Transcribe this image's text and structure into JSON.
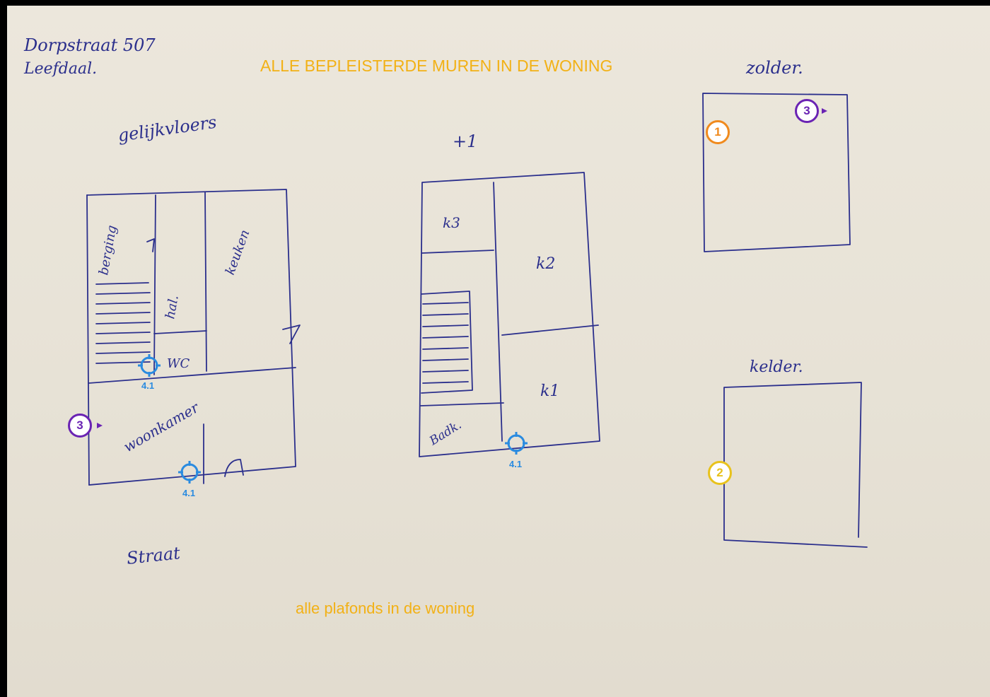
{
  "handwriting": {
    "title_line1": "Dorpstraat 507",
    "title_line2": "Leefdaal.",
    "floor_ground": "gelijkvloers",
    "floor_first": "+1",
    "floor_attic": "zolder.",
    "floor_basement": "kelder.",
    "room_berging": "berging",
    "room_hal": "hal.",
    "room_keuken": "keuken",
    "room_wc": "WC",
    "room_woonkamer": "woonkamer",
    "room_k3": "k3",
    "room_k2": "k2",
    "room_k1": "k1",
    "room_badk": "Badk.",
    "street": "Straat"
  },
  "annotations": {
    "walls_note": "ALLE BEPLEISTERDE MUREN IN DE WONING",
    "ceilings_note": "alle plafonds in de woning"
  },
  "markers": {
    "m1": "1",
    "m2": "2",
    "m3_attic": "3",
    "m3_ground": "3"
  },
  "targets": {
    "t1": "4.1",
    "t2": "4.1",
    "t3": "4.1"
  },
  "colors": {
    "ink": "#2b2f8c",
    "note": "#f2b116",
    "marker_purple": "#6a23b3",
    "marker_orange": "#f08a1d",
    "marker_yellow": "#e8c21c",
    "target_blue": "#2a8be0"
  }
}
